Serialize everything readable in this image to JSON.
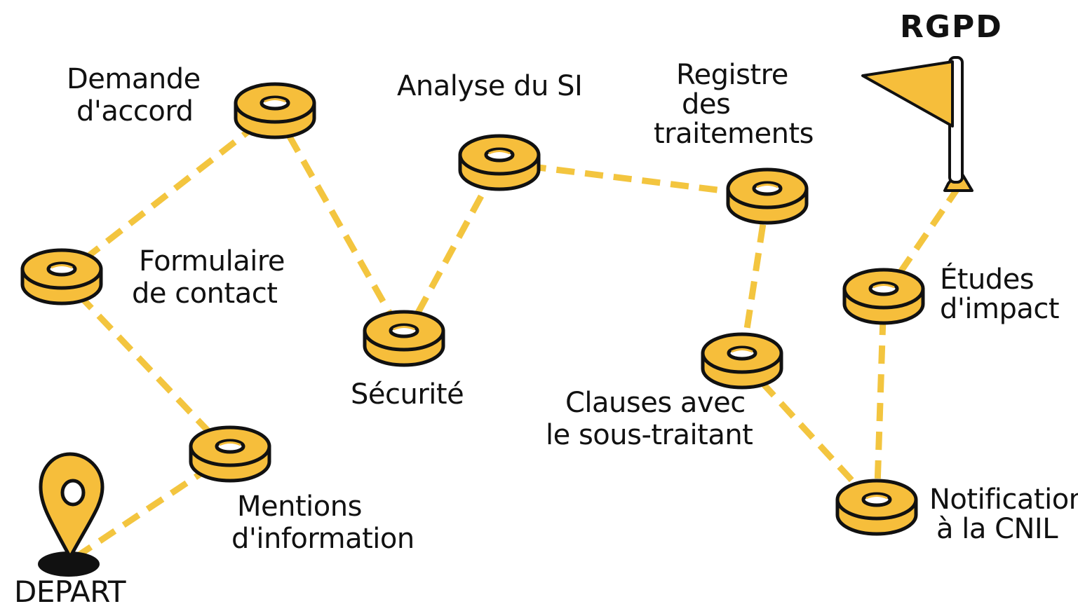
{
  "title": "RGPD",
  "start": "DEPART",
  "colors": {
    "node": "#F6BE3B",
    "path": "#F3C53F",
    "outline": "#111111"
  },
  "steps": [
    {
      "id": "formulaire",
      "label": [
        "Formulaire",
        "de contact"
      ]
    },
    {
      "id": "demande",
      "label": [
        "Demande",
        "d'accord"
      ]
    },
    {
      "id": "mentions",
      "label": [
        "Mentions",
        "d'information"
      ]
    },
    {
      "id": "securite",
      "label": [
        "Sécurité"
      ]
    },
    {
      "id": "analyse",
      "label": [
        "Analyse du SI"
      ]
    },
    {
      "id": "registre",
      "label": [
        "Registre",
        "des",
        "traitements"
      ]
    },
    {
      "id": "clauses",
      "label": [
        "Clauses avec",
        "le sous-traitant"
      ]
    },
    {
      "id": "notification",
      "label": [
        "Notification",
        "à la CNIL"
      ]
    },
    {
      "id": "etudes",
      "label": [
        "Études",
        "d'impact"
      ]
    }
  ]
}
